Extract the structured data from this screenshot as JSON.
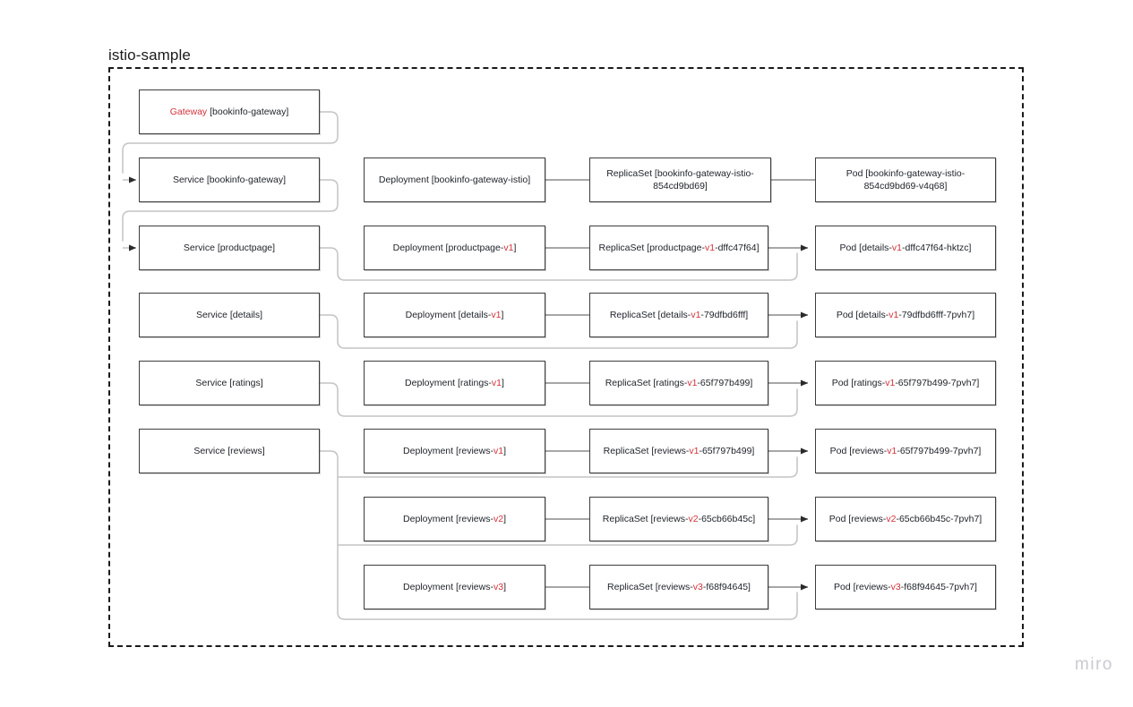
{
  "namespace": {
    "title": "istio-sample"
  },
  "watermark": {
    "label": "miro"
  },
  "colors": {
    "version_accent": "#d1323a",
    "gateway_accent": "#d1323a",
    "node_border": "#3d3d3d",
    "frame_border": "#1a1a1a",
    "connector": "#bdbdbd",
    "connector_dark": "#6b6b6b",
    "watermark": "#c9c9d2",
    "background": "#ffffff"
  },
  "nodes": {
    "gateway": {
      "kind": "Gateway",
      "name": "bookinfo-gateway",
      "label": "Gateway [bookinfo-gateway]"
    },
    "svc_bookinfo_gateway": {
      "kind": "Service",
      "name": "bookinfo-gateway",
      "label": "Service [bookinfo-gateway]"
    },
    "svc_productpage": {
      "kind": "Service",
      "name": "productpage",
      "label": "Service [productpage]"
    },
    "svc_details": {
      "kind": "Service",
      "name": "details",
      "label": "Service [details]"
    },
    "svc_ratings": {
      "kind": "Service",
      "name": "ratings",
      "label": "Service [ratings]"
    },
    "svc_reviews": {
      "kind": "Service",
      "name": "reviews",
      "label": "Service [reviews]"
    },
    "dep_gateway": {
      "kind": "Deployment",
      "label": "Deployment [bookinfo-gateway-istio]",
      "prefix": "Deployment [bookinfo-gateway-istio]",
      "version": "",
      "suffix": ""
    },
    "dep_productpage": {
      "kind": "Deployment",
      "prefix": "Deployment [productpage-",
      "version": "v1",
      "suffix": "]"
    },
    "dep_details": {
      "kind": "Deployment",
      "prefix": "Deployment [details-",
      "version": "v1",
      "suffix": "]"
    },
    "dep_ratings": {
      "kind": "Deployment",
      "prefix": "Deployment [ratings-",
      "version": "v1",
      "suffix": "]"
    },
    "dep_reviews_v1": {
      "kind": "Deployment",
      "prefix": "Deployment [reviews-",
      "version": "v1",
      "suffix": "]"
    },
    "dep_reviews_v2": {
      "kind": "Deployment",
      "prefix": "Deployment [reviews-",
      "version": "v2",
      "suffix": "]"
    },
    "dep_reviews_v3": {
      "kind": "Deployment",
      "prefix": "Deployment [reviews-",
      "version": "v3",
      "suffix": "]"
    },
    "rs_gateway": {
      "kind": "ReplicaSet",
      "prefix": "ReplicaSet [bookinfo-gateway-istio-854cd9bd69]",
      "version": "",
      "suffix": ""
    },
    "rs_productpage": {
      "kind": "ReplicaSet",
      "prefix": "ReplicaSet [productpage-",
      "version": "v1",
      "suffix": "-dffc47f64]"
    },
    "rs_details": {
      "kind": "ReplicaSet",
      "prefix": "ReplicaSet [details-",
      "version": "v1",
      "suffix": "-79dfbd6fff]"
    },
    "rs_ratings": {
      "kind": "ReplicaSet",
      "prefix": "ReplicaSet [ratings-",
      "version": "v1",
      "suffix": "-65f797b499]"
    },
    "rs_reviews_v1": {
      "kind": "ReplicaSet",
      "prefix": "ReplicaSet [reviews-",
      "version": "v1",
      "suffix": "-65f797b499]"
    },
    "rs_reviews_v2": {
      "kind": "ReplicaSet",
      "prefix": "ReplicaSet [reviews-",
      "version": "v2",
      "suffix": "-65cb66b45c]"
    },
    "rs_reviews_v3": {
      "kind": "ReplicaSet",
      "prefix": "ReplicaSet [reviews-",
      "version": "v3",
      "suffix": "-f68f94645]"
    },
    "pod_gateway": {
      "kind": "Pod",
      "prefix": "Pod [bookinfo-gateway-istio-854cd9bd69-v4q68]",
      "version": "",
      "suffix": ""
    },
    "pod_productpage": {
      "kind": "Pod",
      "prefix": "Pod [details-",
      "version": "v1",
      "suffix": "-dffc47f64-hktzc]"
    },
    "pod_details": {
      "kind": "Pod",
      "prefix": "Pod [details-",
      "version": "v1",
      "suffix": "-79dfbd6fff-7pvh7]"
    },
    "pod_ratings": {
      "kind": "Pod",
      "prefix": "Pod [ratings-",
      "version": "v1",
      "suffix": "-65f797b499-7pvh7]"
    },
    "pod_reviews_v1": {
      "kind": "Pod",
      "prefix": "Pod [reviews-",
      "version": "v1",
      "suffix": "-65f797b499-7pvh7]"
    },
    "pod_reviews_v2": {
      "kind": "Pod",
      "prefix": "Pod [reviews-",
      "version": "v2",
      "suffix": "-65cb66b45c-7pvh7]"
    },
    "pod_reviews_v3": {
      "kind": "Pod",
      "prefix": "Pod [reviews-",
      "version": "v3",
      "suffix": "-f68f94645-7pvh7]"
    }
  }
}
